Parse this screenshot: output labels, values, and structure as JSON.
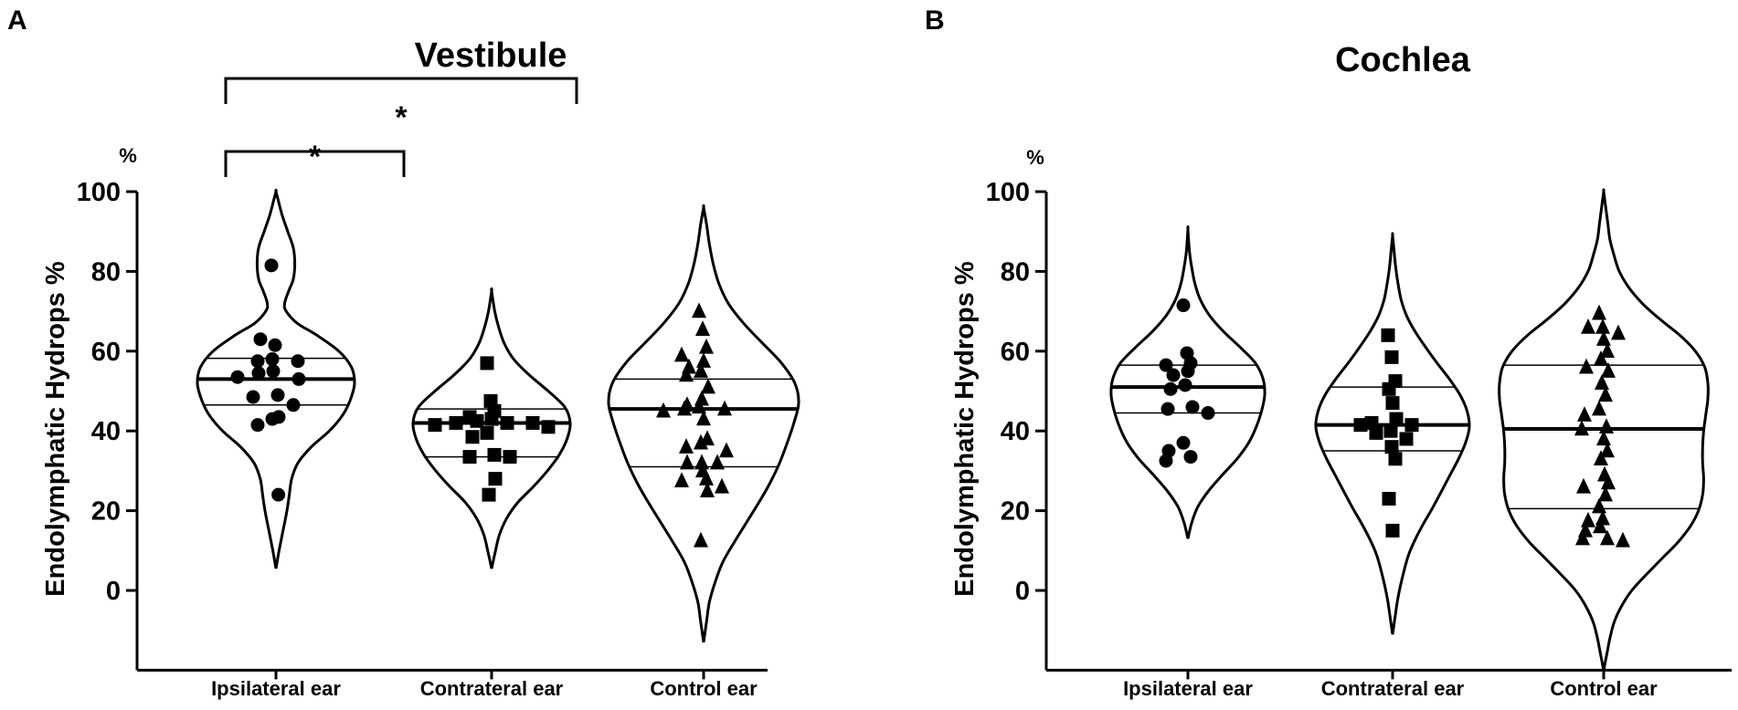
{
  "panels": [
    {
      "label": "A",
      "title": "Vestibule",
      "unit": "%",
      "ylabel": "Endolymphatic Hydrops %"
    },
    {
      "label": "B",
      "title": "Cochlea",
      "unit": "%",
      "ylabel": "Endolymphatic Hydrops %"
    }
  ],
  "chart_data": [
    {
      "type": "violin",
      "title": "Vestibule",
      "ylabel": "Endolymphatic Hydrops %",
      "ylim": [
        -20,
        100
      ],
      "yticks": [
        "0",
        "20",
        "40",
        "60",
        "80",
        "100"
      ],
      "categories": [
        "Ipsilateral ear",
        "Contrateral ear",
        "Control ear"
      ],
      "groups": [
        {
          "name": "Ipsilateral ear",
          "marker": "circle",
          "median": 53,
          "q1": 46.5,
          "q3": 58.2,
          "min": 5.5,
          "max": 100,
          "points": [
            81.5,
            61.5,
            63,
            58,
            57.5,
            57.5,
            55,
            54.5,
            53,
            53.5,
            49,
            48.5,
            46.5,
            43.5,
            43,
            41.5,
            24
          ],
          "density": [
            [
              5.5,
              0
            ],
            [
              10,
              0.04
            ],
            [
              15,
              0.09
            ],
            [
              20,
              0.14
            ],
            [
              24,
              0.17
            ],
            [
              28,
              0.2
            ],
            [
              32,
              0.28
            ],
            [
              36,
              0.45
            ],
            [
              40,
              0.68
            ],
            [
              44,
              0.85
            ],
            [
              48,
              0.95
            ],
            [
              52,
              1.0
            ],
            [
              56,
              0.96
            ],
            [
              60,
              0.8
            ],
            [
              64,
              0.52
            ],
            [
              67,
              0.27
            ],
            [
              70,
              0.13
            ],
            [
              72,
              0.11
            ],
            [
              75,
              0.16
            ],
            [
              78,
              0.22
            ],
            [
              82,
              0.24
            ],
            [
              86,
              0.22
            ],
            [
              90,
              0.15
            ],
            [
              94,
              0.08
            ],
            [
              97,
              0.04
            ],
            [
              100,
              0
            ]
          ]
        },
        {
          "name": "Contrateral ear",
          "marker": "square",
          "median": 42,
          "q1": 33.5,
          "q3": 45.5,
          "min": 5.5,
          "max": 75,
          "points": [
            57,
            47.5,
            45,
            43.5,
            43,
            42.5,
            42,
            42,
            42,
            41.5,
            41,
            39.5,
            38.5,
            34,
            33.5,
            33.5,
            28,
            24
          ],
          "density": [
            [
              5.5,
              0
            ],
            [
              10,
              0.05
            ],
            [
              14,
              0.1
            ],
            [
              18,
              0.19
            ],
            [
              22,
              0.33
            ],
            [
              26,
              0.53
            ],
            [
              30,
              0.71
            ],
            [
              34,
              0.86
            ],
            [
              38,
              0.96
            ],
            [
              42,
              1.0
            ],
            [
              46,
              0.93
            ],
            [
              50,
              0.72
            ],
            [
              54,
              0.48
            ],
            [
              58,
              0.28
            ],
            [
              62,
              0.16
            ],
            [
              66,
              0.09
            ],
            [
              70,
              0.04
            ],
            [
              75,
              0
            ]
          ]
        },
        {
          "name": "Control ear",
          "marker": "triangle",
          "median": 45.5,
          "q1": 31,
          "q3": 53,
          "min": -13,
          "max": 96,
          "points": [
            70,
            65.5,
            61,
            59,
            57.5,
            56,
            55,
            54,
            51,
            48,
            46.5,
            46,
            45.5,
            45.5,
            45,
            43,
            38,
            37,
            36,
            35,
            32,
            32,
            32,
            30,
            28,
            27.5,
            26,
            25,
            12.5
          ],
          "density": [
            [
              -13,
              0
            ],
            [
              -8,
              0.03
            ],
            [
              -3,
              0.06
            ],
            [
              2,
              0.12
            ],
            [
              7,
              0.2
            ],
            [
              12,
              0.32
            ],
            [
              17,
              0.45
            ],
            [
              22,
              0.58
            ],
            [
              27,
              0.7
            ],
            [
              32,
              0.8
            ],
            [
              37,
              0.88
            ],
            [
              42,
              0.95
            ],
            [
              47,
              1.0
            ],
            [
              52,
              0.96
            ],
            [
              57,
              0.82
            ],
            [
              62,
              0.62
            ],
            [
              67,
              0.42
            ],
            [
              72,
              0.26
            ],
            [
              77,
              0.16
            ],
            [
              82,
              0.1
            ],
            [
              87,
              0.06
            ],
            [
              92,
              0.03
            ],
            [
              96,
              0
            ]
          ]
        }
      ],
      "significance": [
        {
          "from": "Ipsilateral ear",
          "to": "Contrateral ear",
          "label": "*"
        },
        {
          "from": "Ipsilateral ear",
          "to": "Control ear",
          "label": "*"
        }
      ]
    },
    {
      "type": "violin",
      "title": "Cochlea",
      "ylabel": "Endolymphatic Hydrops %",
      "ylim": [
        -20,
        100
      ],
      "yticks": [
        "0",
        "20",
        "40",
        "60",
        "80",
        "100"
      ],
      "categories": [
        "Ipsilateral ear",
        "Contrateral ear",
        "Control ear"
      ],
      "groups": [
        {
          "name": "Ipsilateral ear",
          "marker": "circle",
          "median": 51,
          "q1": 44.5,
          "q3": 56.5,
          "min": 13,
          "max": 90.5,
          "points": [
            71.5,
            59.5,
            57,
            56.5,
            55,
            54,
            51.5,
            50.5,
            46,
            45.5,
            44.5,
            37,
            35,
            33.5,
            32.5
          ],
          "density": [
            [
              13,
              0
            ],
            [
              17,
              0.05
            ],
            [
              21,
              0.13
            ],
            [
              25,
              0.27
            ],
            [
              29,
              0.45
            ],
            [
              33,
              0.64
            ],
            [
              37,
              0.79
            ],
            [
              41,
              0.89
            ],
            [
              45,
              0.96
            ],
            [
              49,
              1.0
            ],
            [
              53,
              0.98
            ],
            [
              57,
              0.88
            ],
            [
              61,
              0.68
            ],
            [
              65,
              0.46
            ],
            [
              69,
              0.28
            ],
            [
              73,
              0.16
            ],
            [
              77,
              0.09
            ],
            [
              81,
              0.05
            ],
            [
              85,
              0.02
            ],
            [
              90.5,
              0
            ]
          ]
        },
        {
          "name": "Contrateral ear",
          "marker": "square",
          "median": 41.5,
          "q1": 35,
          "q3": 51,
          "min": -11,
          "max": 89,
          "points": [
            64,
            58.5,
            52.5,
            50.5,
            47,
            43,
            42,
            41.5,
            41.5,
            40,
            39.5,
            38,
            36,
            33,
            23,
            15
          ],
          "density": [
            [
              -11,
              0
            ],
            [
              -7,
              0.03
            ],
            [
              -3,
              0.06
            ],
            [
              1,
              0.1
            ],
            [
              5,
              0.15
            ],
            [
              9,
              0.21
            ],
            [
              13,
              0.3
            ],
            [
              17,
              0.41
            ],
            [
              21,
              0.53
            ],
            [
              25,
              0.64
            ],
            [
              29,
              0.75
            ],
            [
              33,
              0.86
            ],
            [
              37,
              0.95
            ],
            [
              41,
              1.0
            ],
            [
              45,
              0.97
            ],
            [
              49,
              0.88
            ],
            [
              53,
              0.74
            ],
            [
              57,
              0.58
            ],
            [
              61,
              0.43
            ],
            [
              65,
              0.29
            ],
            [
              69,
              0.18
            ],
            [
              73,
              0.11
            ],
            [
              77,
              0.07
            ],
            [
              81,
              0.04
            ],
            [
              85,
              0.02
            ],
            [
              89,
              0
            ]
          ]
        },
        {
          "name": "Control ear",
          "marker": "triangle",
          "median": 40.5,
          "q1": 20.5,
          "q3": 56.5,
          "min": -20,
          "max": 100,
          "points": [
            69.5,
            66,
            66,
            64.5,
            63,
            60,
            58,
            56,
            55,
            52,
            49,
            45.5,
            44,
            41,
            40.5,
            38,
            35,
            33,
            29,
            27,
            26,
            24,
            21,
            18,
            17.5,
            16,
            15,
            13,
            13,
            12.5
          ],
          "density": [
            [
              -20,
              0
            ],
            [
              -16,
              0.03
            ],
            [
              -12,
              0.06
            ],
            [
              -8,
              0.1
            ],
            [
              -4,
              0.17
            ],
            [
              0,
              0.27
            ],
            [
              4,
              0.41
            ],
            [
              8,
              0.56
            ],
            [
              12,
              0.71
            ],
            [
              16,
              0.83
            ],
            [
              20,
              0.91
            ],
            [
              24,
              0.95
            ],
            [
              28,
              0.96
            ],
            [
              32,
              0.95
            ],
            [
              36,
              0.95
            ],
            [
              40,
              0.96
            ],
            [
              44,
              0.98
            ],
            [
              48,
              1.0
            ],
            [
              52,
              1.0
            ],
            [
              56,
              0.97
            ],
            [
              60,
              0.88
            ],
            [
              64,
              0.73
            ],
            [
              68,
              0.54
            ],
            [
              72,
              0.37
            ],
            [
              76,
              0.24
            ],
            [
              80,
              0.15
            ],
            [
              84,
              0.1
            ],
            [
              88,
              0.06
            ],
            [
              92,
              0.04
            ],
            [
              96,
              0.02
            ],
            [
              100,
              0
            ]
          ]
        }
      ],
      "significance": []
    }
  ]
}
